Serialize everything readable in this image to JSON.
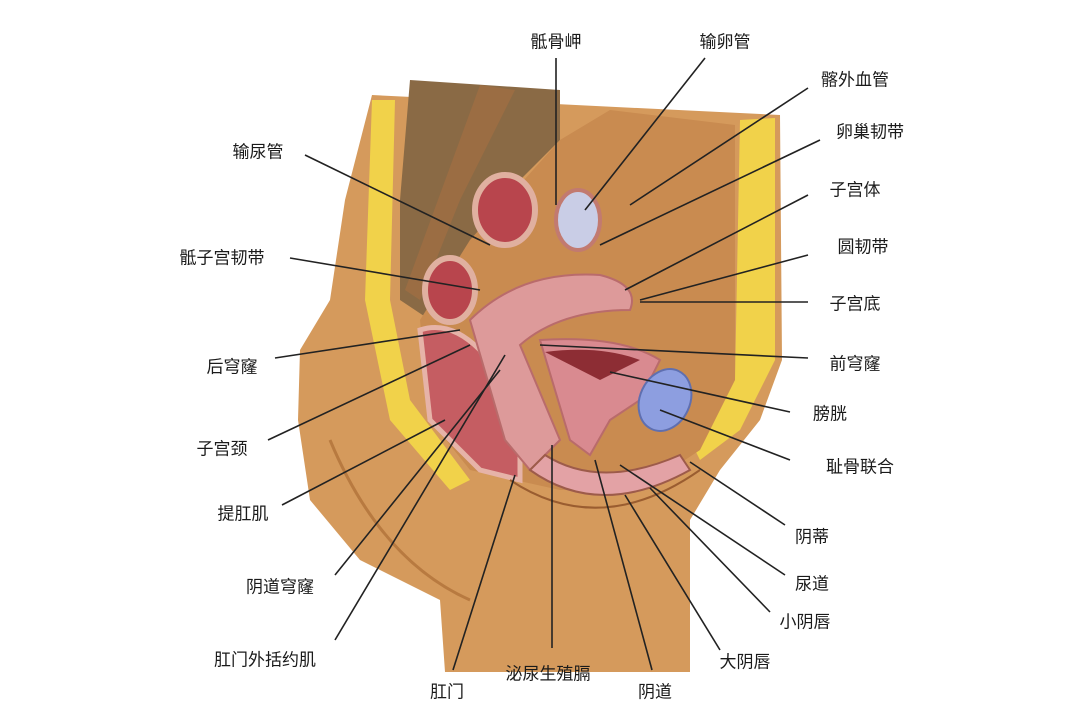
{
  "labels": {
    "sacral_promontory": "骶骨岬",
    "fallopian_tube": "输卵管",
    "external_iliac_vessels": "髂外血管",
    "ovarian_ligament": "卵巢韧带",
    "uterine_body": "子宫体",
    "round_ligament": "圆韧带",
    "uterine_fundus": "子宫底",
    "anterior_fornix": "前穹窿",
    "bladder": "膀胱",
    "pubic_symphysis": "耻骨联合",
    "clitoris": "阴蒂",
    "urethra": "尿道",
    "labia_minora": "小阴唇",
    "labia_majora": "大阴唇",
    "vagina": "阴道",
    "urogenital_diaphragm": "泌尿生殖膈",
    "anus": "肛门",
    "external_anal_sphincter": "肛门外括约肌",
    "vaginal_fornix": "阴道穹窿",
    "levator_ani": "提肛肌",
    "cervix": "子宫颈",
    "posterior_fornix": "后穹窿",
    "uterosacral_ligament": "骶子宫韧带",
    "ureter": "输尿管"
  },
  "colors": {
    "skin": "#d59a5c",
    "fat": "#f1d24a",
    "tissue": "#d9818a",
    "bladder": "#8d9ee0"
  }
}
